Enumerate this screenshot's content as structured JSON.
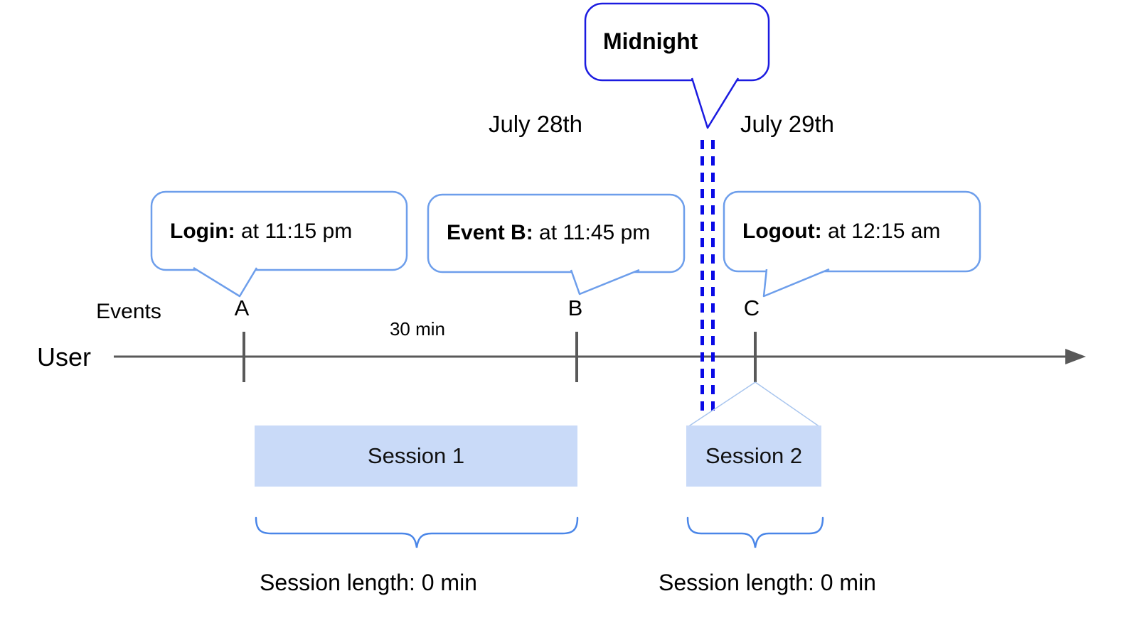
{
  "colors": {
    "accent_blue": "#4a86e8",
    "bubble_border": "#6d9eeb",
    "midnight_blue": "#1b1be0",
    "dash_blue": "#0a0ae6",
    "session_fill": "#c9daf8",
    "axis_gray": "#595959",
    "fan_blue": "#a8c5ee",
    "text_black": "#000000"
  },
  "dates": {
    "before_midnight": "July 28th",
    "after_midnight": "July 29th"
  },
  "midnight": {
    "label": "Midnight"
  },
  "axis": {
    "row_label": "User",
    "events_label": "Events",
    "interval_label": "30 min"
  },
  "events": [
    {
      "letter": "A",
      "callout_title": "Login:",
      "callout_detail": "at 11:15 pm"
    },
    {
      "letter": "B",
      "callout_title": "Event B:",
      "callout_detail": "at 11:45 pm"
    },
    {
      "letter": "C",
      "callout_title": "Logout:",
      "callout_detail": "at 12:15 am"
    }
  ],
  "sessions": [
    {
      "label": "Session 1",
      "length_label": "Session length: 0 min"
    },
    {
      "label": "Session 2",
      "length_label": "Session length: 0 min"
    }
  ]
}
